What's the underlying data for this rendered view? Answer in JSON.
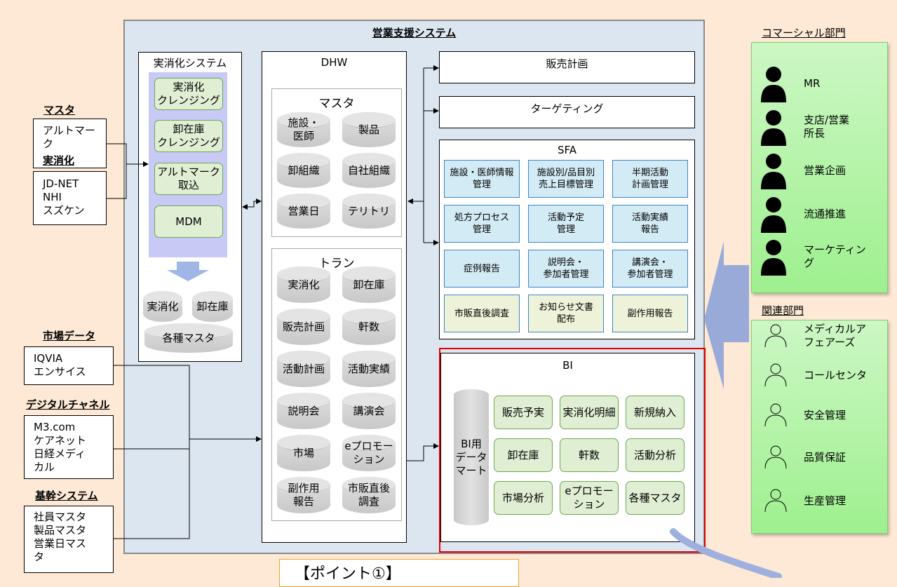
{
  "system": {
    "title": "営業支援システム",
    "jisshouka": {
      "title": "実消化システム",
      "steps": [
        "実消化\nクレンジング",
        "卸在庫\nクレンジング",
        "アルトマーク\n取込",
        "MDM"
      ],
      "dbs": [
        "実消化",
        "卸在庫",
        "各種マスタ"
      ]
    },
    "dhw": {
      "title": "DHW",
      "master": {
        "title": "マスタ",
        "items": [
          "施設・\n医師",
          "製品",
          "卸組織",
          "自社組織",
          "営業日",
          "テリトリ"
        ]
      },
      "tran": {
        "title": "トラン",
        "items": [
          "実消化",
          "卸在庫",
          "販売計画",
          "軒数",
          "活動計画",
          "活動実績",
          "説明会",
          "講演会",
          "市場",
          "eプロモー\nション",
          "副作用\n報告",
          "市販直後\n調査"
        ]
      }
    },
    "hanbai": "販売計画",
    "targeting": "ターゲティング",
    "sfa": {
      "title": "SFA",
      "items": [
        "施設・医師情報\n管理",
        "施設別/品目別\n売上目標管理",
        "半期活動\n計画管理",
        "処方プロセス\n管理",
        "活動予定\n管理",
        "活動実績\n報告",
        "症例報告",
        "説明会・\n参加者管理",
        "講演会・\n参加者管理",
        "市販直後調査",
        "お知らせ文書\n配布",
        "副作用報告"
      ]
    },
    "bi": {
      "title": "BI",
      "mart": "BI用\nデータ\nマート",
      "items": [
        "販売予実",
        "実消化明細",
        "新規納入",
        "卸在庫",
        "軒数",
        "活動分析",
        "市場分析",
        "eプロモー\nション",
        "各種マスタ"
      ]
    }
  },
  "sources": {
    "master_header": "マスタ",
    "master_items": "アルトマー\nク",
    "jisshouka_header": "実消化",
    "jisshouka_items": "JD-NET\nNHI\nスズケン",
    "market_header": "市場データ",
    "market_items": "IQVIA\nエンサイス",
    "digital_header": "デジタルチャネル",
    "digital_items": "M3.com\nケアネット\n日経メディ\nカル",
    "core_header": "基幹システム",
    "core_items": "社員マスタ\n製品マスタ\n営業日マス\nタ"
  },
  "commercial": {
    "title": "コマーシャル部門",
    "roles": [
      "MR",
      "支店/営業\n所長",
      "営業企画",
      "流通推進",
      "マーケティン\nグ"
    ]
  },
  "related": {
    "title": "関連部門",
    "roles": [
      "メディカルア\nフェアーズ",
      "コールセンタ",
      "安全管理",
      "品質保証",
      "生産管理"
    ]
  },
  "point": "【ポイント①】",
  "colors": {
    "system_bg": "#dce6f1",
    "page_bg": "#fde9d5",
    "dept_green": "#b8f5ac",
    "bi_border": "#e00000"
  }
}
